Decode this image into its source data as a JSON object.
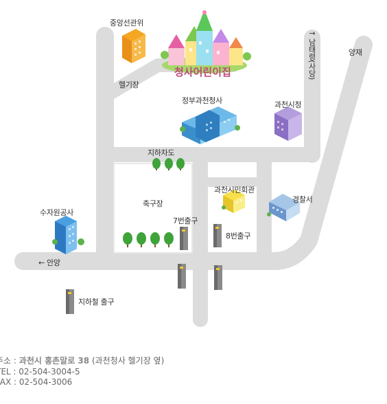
{
  "map": {
    "labels": {
      "central_election": "중앙선관위",
      "heliport": "헬기장",
      "kindergarten": "청사어린이집",
      "gov_complex": "정부과천청사",
      "city_hall": "과천시청",
      "underpass": "지하차도",
      "civic_hall": "과천시민회관",
      "police": "경찰서",
      "soccer_field": "축구장",
      "exit7": "7번출구",
      "exit8": "8번출구",
      "water_corp": "수자원공사",
      "anyang": "← 안양",
      "subway_exit": "지하철 출구",
      "namtaeryeong": "↑ 남태령(사당)",
      "yangjae": "양재"
    }
  },
  "address": {
    "addr_key": "주소 :",
    "addr_value": "과천시 홍촌말로 38",
    "addr_note": "(과천청사 헬기장 옆)",
    "tel_key": "TEL :",
    "tel_value": "02-504-3004-5",
    "fax_key": "FAX :",
    "fax_value": "02-504-3006"
  }
}
